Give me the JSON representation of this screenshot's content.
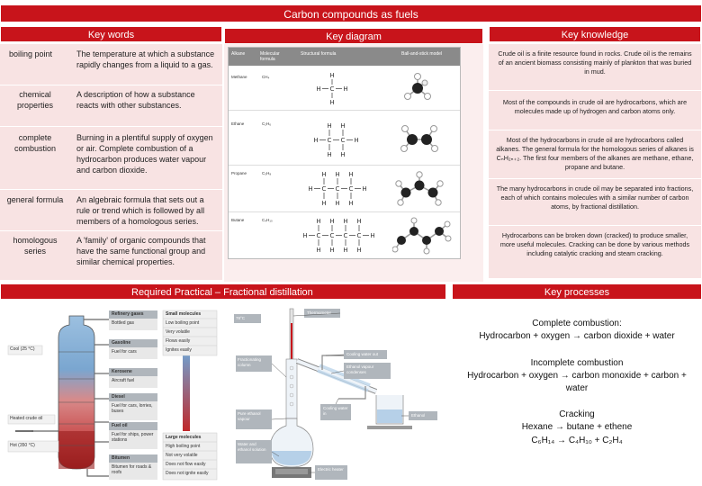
{
  "title": "Carbon compounds as fuels",
  "key_words": {
    "header": "Key words",
    "items": [
      {
        "term": "boiling point",
        "definition": "The temperature at which a substance rapidly changes from a liquid to a gas."
      },
      {
        "term": "chemical properties",
        "definition": "A description of how a substance reacts with other substances."
      },
      {
        "term": "complete combustion",
        "definition": "Burning in a plentiful supply of oxygen or air. Complete combustion of a hydrocarbon produces water vapour and carbon dioxide."
      },
      {
        "term": "general formula",
        "definition": "An algebraic formula that sets out a rule or trend which is followed by all members of a homologous series."
      },
      {
        "term": "homologous series",
        "definition": "A 'family' of organic compounds that have the same functional group and similar chemical properties."
      }
    ]
  },
  "key_diagram": {
    "header": "Key diagram",
    "columns": [
      "Alkane",
      "Molecular formula",
      "Structural formula",
      "Ball-and-stick model"
    ],
    "rows": [
      {
        "name": "Methane",
        "formula": "CH₄"
      },
      {
        "name": "Ethane",
        "formula": "C₂H₆"
      },
      {
        "name": "Propane",
        "formula": "C₃H₈"
      },
      {
        "name": "Butane",
        "formula": "C₄H₁₀"
      }
    ]
  },
  "key_knowledge": {
    "header": "Key knowledge",
    "items": [
      "Crude oil is a finite resource found in rocks. Crude oil is the remains of an ancient biomass consisting mainly of plankton that was buried in mud.",
      "Most of the compounds in crude oil are hydrocarbons, which are molecules made up of hydrogen and carbon atoms only.",
      "Most of the hydrocarbons in crude oil are hydrocarbons called alkanes. The general formula for the homologous series of alkanes is CₙH₂ₙ₊₂. The first four members of the alkanes are methane, ethane, propane and butane.",
      "The many hydrocarbons in crude oil may be separated into fractions, each of which contains molecules with a similar number of carbon atoms, by fractional distillation.",
      "Hydrocarbons can be broken down (cracked) to produce smaller, more useful molecules. Cracking can be done by various methods including catalytic cracking and steam cracking."
    ]
  },
  "practical": {
    "header": "Required Practical – Fractional distillation",
    "column_labels": {
      "cool": "Cool (25 °C)",
      "heated": "Heated crude oil",
      "hot": "Hot (350 °C)"
    },
    "fractions": [
      {
        "name": "Refinery gases",
        "use": "Bottled gas"
      },
      {
        "name": "Gasoline",
        "use": "Fuel for cars"
      },
      {
        "name": "Kerosene",
        "use": "Aircraft fuel"
      },
      {
        "name": "Diesel",
        "use": "Fuel for cars, lorries, buses"
      },
      {
        "name": "Fuel oil",
        "use": "Fuel for ships, power stations"
      },
      {
        "name": "Bitumen",
        "use": "Bitumen for roads & roofs"
      }
    ],
    "small_molecules": [
      "Small molecules",
      "Low boiling point",
      "Very volatile",
      "Flows easily",
      "Ignites easily"
    ],
    "large_molecules": [
      "Large molecules",
      "High boiling point",
      "Not very volatile",
      "Does not flow easily",
      "Does not ignite easily"
    ],
    "apparatus": {
      "temp": "78°C",
      "thermometer": "Thermometer",
      "fractionating_column": "Fractionating column",
      "cooling_water_out": "Cooling water out",
      "ethanol_vapour": "Ethanol vapour condenses",
      "cooling_water_in": "Cooling water in",
      "pure_ethanol": "Pure ethanol vapour",
      "water_ethanol": "Water and ethanol solution",
      "ethanol": "Ethanol",
      "heater": "Electric heater"
    }
  },
  "key_processes": {
    "header": "Key processes",
    "complete_title": "Complete combustion:",
    "complete_eq": "Hydrocarbon + oxygen → carbon dioxide + water",
    "incomplete_title": "Incomplete combustion",
    "incomplete_eq": "Hydrocarbon + oxygen → carbon monoxide + carbon + water",
    "cracking_title": "Cracking",
    "cracking_eq": "Hexane → butane + ethene",
    "cracking_formula": "C₆H₁₄ → C₄H₁₀ + C₂H₄"
  },
  "colors": {
    "banner": "#c8141b",
    "panel": "#f8e3e3"
  }
}
